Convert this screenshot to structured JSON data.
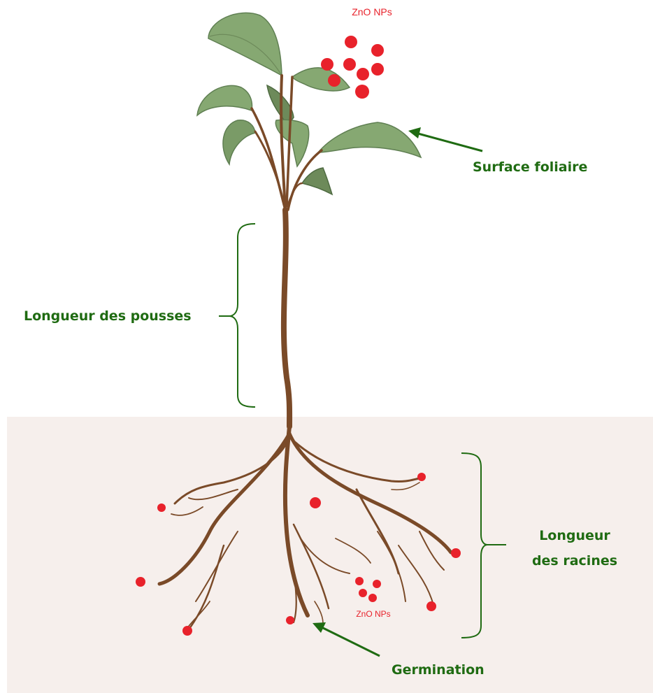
{
  "labels": {
    "nanoparticles_top": "ZnO NPs",
    "nanoparticles_soil": "ZnO NPs",
    "leaf_surface": "Surface foliaire",
    "shoot_length": "Longueur des pousses",
    "root_length_line1": "Longueur",
    "root_length_line2": "des racines",
    "germination": "Germination"
  },
  "colors": {
    "label_green": "#1f6b12",
    "particle_red": "#e8222b",
    "stem_brown": "#7a4a28",
    "leaf_green": "#86a872",
    "soil_beige": "#f6efec"
  }
}
